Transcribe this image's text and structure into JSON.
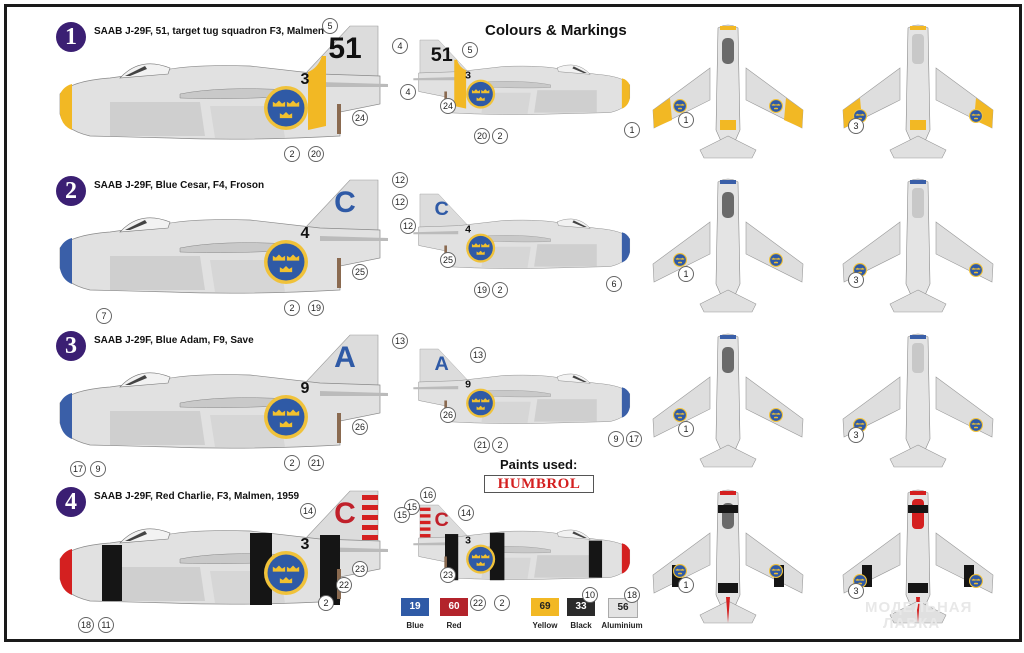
{
  "title": "Colours & Markings",
  "rows": [
    {
      "number": "1",
      "title": "SAAB J-29F, 51, target tug squadron F3, Malmen",
      "tail_code": "51",
      "fuselage_code": "3",
      "band_color": "#f2b824",
      "nose_color": "#f2b824",
      "side_callouts": [
        "5",
        "4",
        "24",
        "20",
        "2"
      ],
      "stbd_callouts": [
        "5",
        "4",
        "24",
        "20",
        "2",
        "1"
      ],
      "top_callout": "1",
      "bottom_callout": "3"
    },
    {
      "number": "2",
      "title": "SAAB J-29F, Blue Cesar, F4, Froson",
      "tail_code": "C",
      "fuselage_code": "4",
      "band_color": "",
      "nose_color": "#3a5fa8",
      "side_callouts": [
        "12",
        "12",
        "25",
        "19",
        "2",
        "7"
      ],
      "stbd_callouts": [
        "12",
        "25",
        "19",
        "2",
        "6"
      ],
      "top_callout": "1",
      "bottom_callout": "3"
    },
    {
      "number": "3",
      "title": "SAAB J-29F, Blue Adam, F9, Save",
      "tail_code": "A",
      "fuselage_code": "9",
      "band_color": "",
      "nose_color": "#3a5fa8",
      "side_callouts": [
        "13",
        "26",
        "21",
        "2",
        "17",
        "9"
      ],
      "stbd_callouts": [
        "13",
        "26",
        "21",
        "2",
        "9",
        "17"
      ],
      "top_callout": "1",
      "bottom_callout": "3"
    },
    {
      "number": "4",
      "title": "SAAB J-29F, Red Charlie, F3, Malmen, 1959",
      "tail_code": "C",
      "fuselage_code": "3",
      "band_color": "#151515",
      "nose_color": "#d42020",
      "side_callouts": [
        "14",
        "15",
        "23",
        "22",
        "2",
        "18",
        "11"
      ],
      "stbd_callouts": [
        "16",
        "15",
        "14",
        "23",
        "22",
        "2",
        "10",
        "18"
      ],
      "top_callout": "1",
      "bottom_callout": "3"
    }
  ],
  "paints": {
    "title": "Paints used:",
    "brand": "HUMBROL",
    "swatches": [
      {
        "code": "19",
        "name": "Blue",
        "color": "#2f5aa6"
      },
      {
        "code": "60",
        "name": "Red",
        "color": "#b3232b"
      },
      {
        "code": "69",
        "name": "Yellow",
        "color": "#f2b824"
      },
      {
        "code": "33",
        "name": "Black",
        "color": "#2a2a2a"
      },
      {
        "code": "56",
        "name": "Aluminium",
        "color": "#e3e3e3"
      }
    ]
  },
  "watermark": [
    "МОДЕЛЬНАЯ",
    "ЛАВКА"
  ]
}
